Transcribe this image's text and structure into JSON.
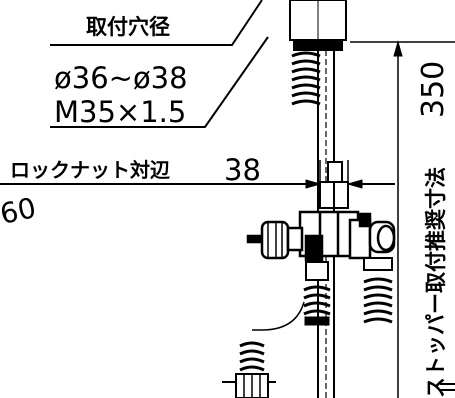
{
  "hole_spec": {
    "title": "取付穴径",
    "diameter_range": "ø36~ø38",
    "thread": "M35×1.5"
  },
  "locknut": {
    "label": "ロックナット対辺",
    "value": "38"
  },
  "partial_dimension": "60",
  "stopper_dimension": {
    "label_cut": "ストッパー取付推奨寸法",
    "value": "350"
  },
  "colors": {
    "line": "#000000",
    "background": "#ffffff"
  }
}
